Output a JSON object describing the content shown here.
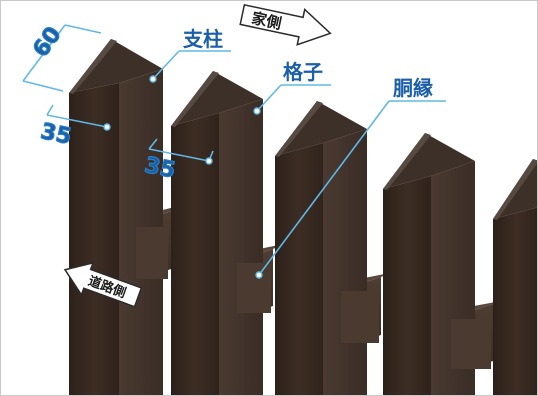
{
  "labels": {
    "post": "支柱",
    "slat": "格子",
    "rail": "胴縁",
    "house_side": "家側",
    "road_side": "道路側"
  },
  "dimensions": {
    "post_depth": "60",
    "post_width": "35",
    "slat_width": "35"
  },
  "colors": {
    "annotation": "#1a5fa8",
    "leader_line": "#5fb8e6",
    "wood_front": "#3a2a21",
    "wood_side": "#2b1f18",
    "wood_top": "#4a3a31"
  }
}
